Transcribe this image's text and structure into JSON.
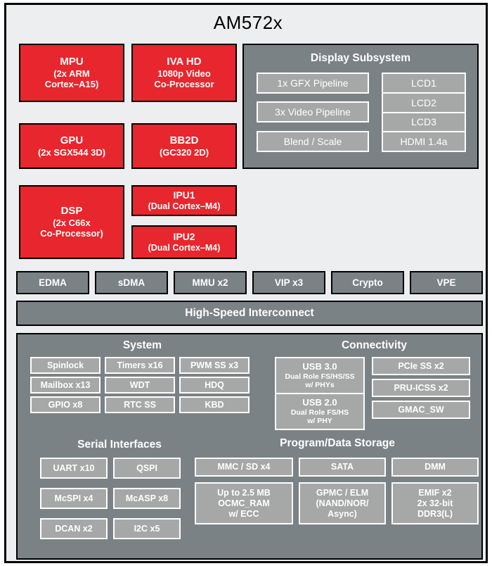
{
  "diagram": {
    "title": "AM572x",
    "colors": {
      "core_red": "#e8262d",
      "panel_gray": "#7b8285",
      "subblock_gray": "#a6a8a8",
      "background": "#eceef0",
      "border_black": "#000000",
      "border_white": "#ffffff",
      "text_white": "#ffffff",
      "text_black": "#000000"
    },
    "cores": [
      {
        "name": "MPU",
        "lines": [
          "(2x ARM",
          "Cortex–A15)"
        ]
      },
      {
        "name": "IVA HD",
        "lines": [
          "1080p Video",
          "Co-Processor"
        ]
      },
      {
        "name": "GPU",
        "lines": [
          "(2x SGX544 3D)"
        ]
      },
      {
        "name": "BB2D",
        "lines": [
          "(GC320 2D)"
        ]
      },
      {
        "name": "DSP",
        "lines": [
          "(2x C66x",
          "Co-Processor)"
        ]
      },
      {
        "name": "IPU1",
        "lines": [
          "(Dual Cortex–M4)"
        ]
      },
      {
        "name": "IPU2",
        "lines": [
          "(Dual Cortex–M4)"
        ]
      }
    ],
    "display_subsystem": {
      "heading": "Display Subsystem",
      "pipelines": [
        "1x GFX Pipeline",
        "3x Video Pipeline",
        "Blend / Scale"
      ],
      "outputs": [
        "LCD1",
        "LCD2",
        "LCD3",
        "HDMI 1.4a"
      ]
    },
    "peripheral_row": [
      "EDMA",
      "sDMA",
      "MMU x2",
      "VIP x3",
      "Crypto",
      "VPE"
    ],
    "interconnect": "High-Speed Interconnect",
    "system": {
      "heading": "System",
      "blocks": [
        "Spinlock",
        "Timers x16",
        "PWM SS x3",
        "Mailbox x13",
        "WDT",
        "HDQ",
        "GPIO x8",
        "RTC SS",
        "KBD"
      ]
    },
    "connectivity": {
      "heading": "Connectivity",
      "usb": [
        {
          "name": "USB 3.0",
          "lines": [
            "Dual Role FS/HS/SS",
            "w/ PHYs"
          ]
        },
        {
          "name": "USB 2.0",
          "lines": [
            "Dual Role FS/HS",
            "w/ PHY"
          ]
        }
      ],
      "blocks": [
        "PCIe SS x2",
        "PRU-ICSS x2",
        "GMAC_SW"
      ]
    },
    "serial_interfaces": {
      "heading": "Serial Interfaces",
      "blocks": [
        "UART x10",
        "QSPI",
        "McSPI x4",
        "McASP x8",
        "DCAN x2",
        "I2C x5"
      ]
    },
    "storage": {
      "heading": "Program/Data Storage",
      "row1": [
        "MMC / SD x4",
        "SATA",
        "DMM"
      ],
      "row2": [
        {
          "lines": [
            "Up to 2.5 MB",
            "OCMC_RAM",
            "w/ ECC"
          ]
        },
        {
          "lines": [
            "GPMC / ELM",
            "(NAND/NOR/",
            "Async)"
          ]
        },
        {
          "lines": [
            "EMIF x2",
            "2x 32-bit",
            "DDR3(L)"
          ]
        }
      ]
    }
  }
}
